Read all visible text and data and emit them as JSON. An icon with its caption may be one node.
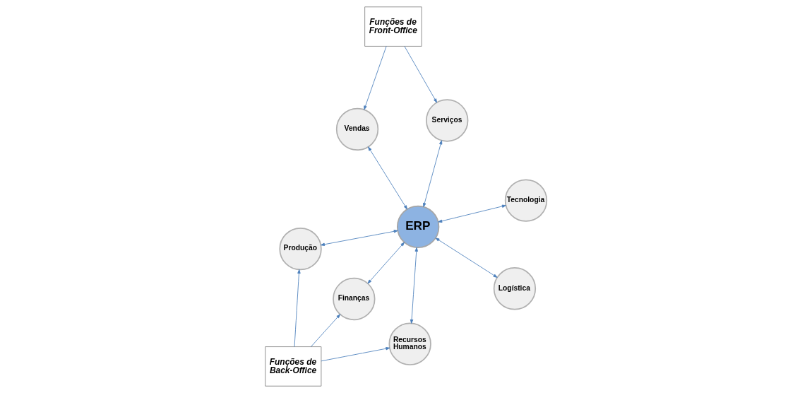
{
  "diagram": {
    "nodes": [
      {
        "text": [
          "ERP"
        ]
      },
      {
        "text": [
          "Tecnologia"
        ]
      },
      {
        "text": [
          "Recursos Humanos"
        ]
      },
      {
        "text": [
          "Vendas"
        ]
      },
      {
        "text": [
          "Finanças"
        ]
      },
      {
        "text": [
          "Serviços"
        ]
      },
      {
        "text": [
          "Produção"
        ]
      },
      {
        "text": [
          "Logística"
        ]
      },
      {
        "text": [
          "Funções de Back-Office"
        ]
      },
      {
        "text": [
          "Funções de Front-Office"
        ]
      }
    ],
    "edges": [
      {
        "from": 1,
        "to": 0,
        "arrow": "both"
      },
      {
        "from": 2,
        "to": 0,
        "arrow": "both"
      },
      {
        "from": 3,
        "to": 0,
        "arrow": "both"
      },
      {
        "from": 4,
        "to": 0,
        "arrow": "both"
      },
      {
        "from": 5,
        "to": 0,
        "arrow": "both"
      },
      {
        "from": 6,
        "to": 0,
        "arrow": "both"
      },
      {
        "from": 7,
        "to": 0,
        "arrow": "both"
      },
      {
        "from": 8,
        "to": 2,
        "arrow": "to"
      },
      {
        "from": 8,
        "to": 4,
        "arrow": "to"
      },
      {
        "from": 8,
        "to": 6,
        "arrow": "to"
      },
      {
        "from": 9,
        "to": 3,
        "arrow": "to"
      },
      {
        "from": 9,
        "to": 5,
        "arrow": "to"
      }
    ]
  }
}
